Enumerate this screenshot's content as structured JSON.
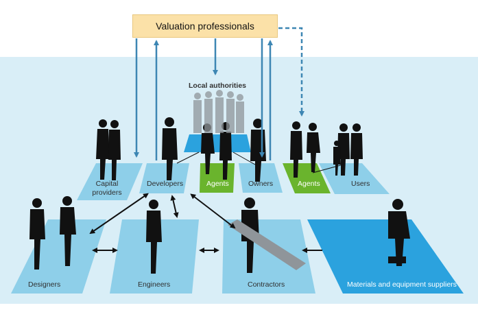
{
  "top": {
    "label": "Valuation professionals"
  },
  "groups": {
    "local_authorities": "Local authorities",
    "capital_providers_1": "Capital",
    "capital_providers_2": "providers",
    "developers": "Developers",
    "agents_left": "Agents",
    "owners": "Owners",
    "agents_right": "Agents",
    "users": "Users",
    "designers": "Designers",
    "engineers": "Engineers",
    "contractors": "Contractors",
    "materials": "Materials and equipment suppliers"
  },
  "colors": {
    "background": "#d9eef7",
    "tile": "#8ecfe9",
    "tile_dark": "#2ba2de",
    "agents_green": "#6ab42d",
    "arrow_blue": "#3d86b3",
    "top_box": "#fbe1a8"
  }
}
